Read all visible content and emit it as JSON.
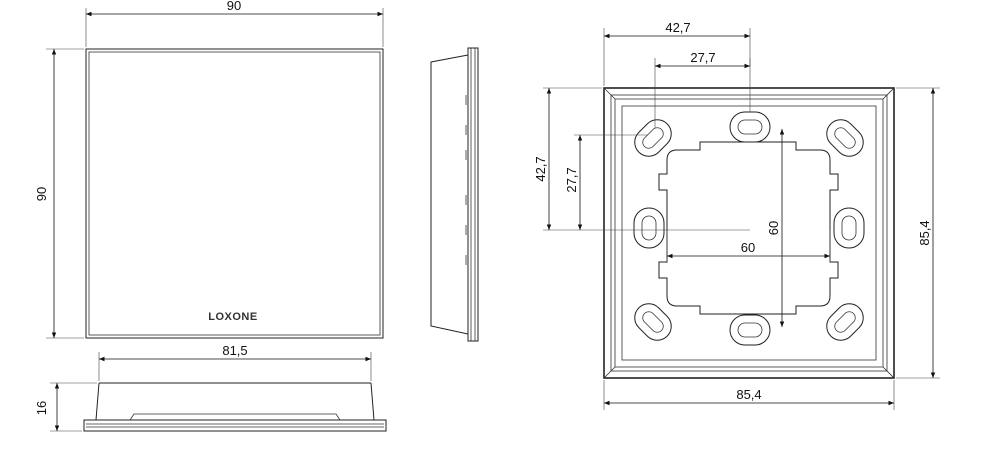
{
  "brand": {
    "logo_text": "LOXONE"
  },
  "dimensions": {
    "front_width": "90",
    "front_height": "90",
    "bottom_width": "81,5",
    "depth": "16",
    "frame_outer_width": "85,4",
    "frame_outer_height": "85,4",
    "hole_spacing_h": "42,7",
    "hole_spacing_h_inner": "27,7",
    "hole_spacing_v": "42,7",
    "hole_spacing_v_inner": "27,7",
    "cutout_width": "60",
    "cutout_height": "60"
  }
}
